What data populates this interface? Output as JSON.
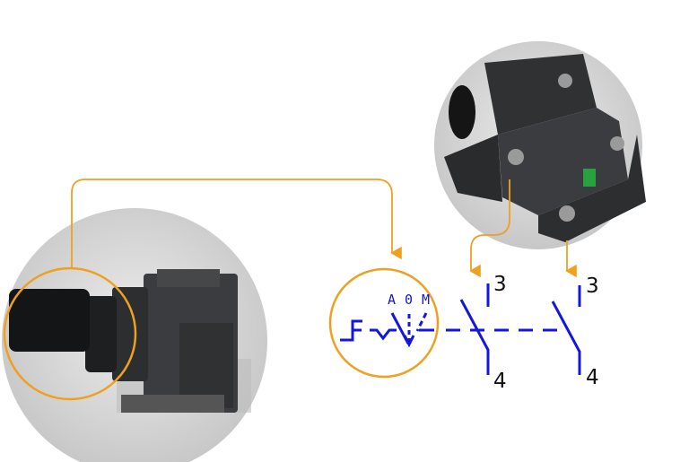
{
  "colors": {
    "schematic": "#1515e0",
    "callout": "#f0a020",
    "photo_bg": "#d6d6d6",
    "device": "#3a3c3f"
  },
  "selector": {
    "positions": [
      "A",
      "0",
      "M"
    ]
  },
  "contacts": [
    {
      "top_terminal": "3",
      "bottom_terminal": "4"
    },
    {
      "top_terminal": "3",
      "bottom_terminal": "4"
    }
  ],
  "icons": [
    "selector-switch-photo",
    "contact-block-photo",
    "callout-arrow"
  ]
}
